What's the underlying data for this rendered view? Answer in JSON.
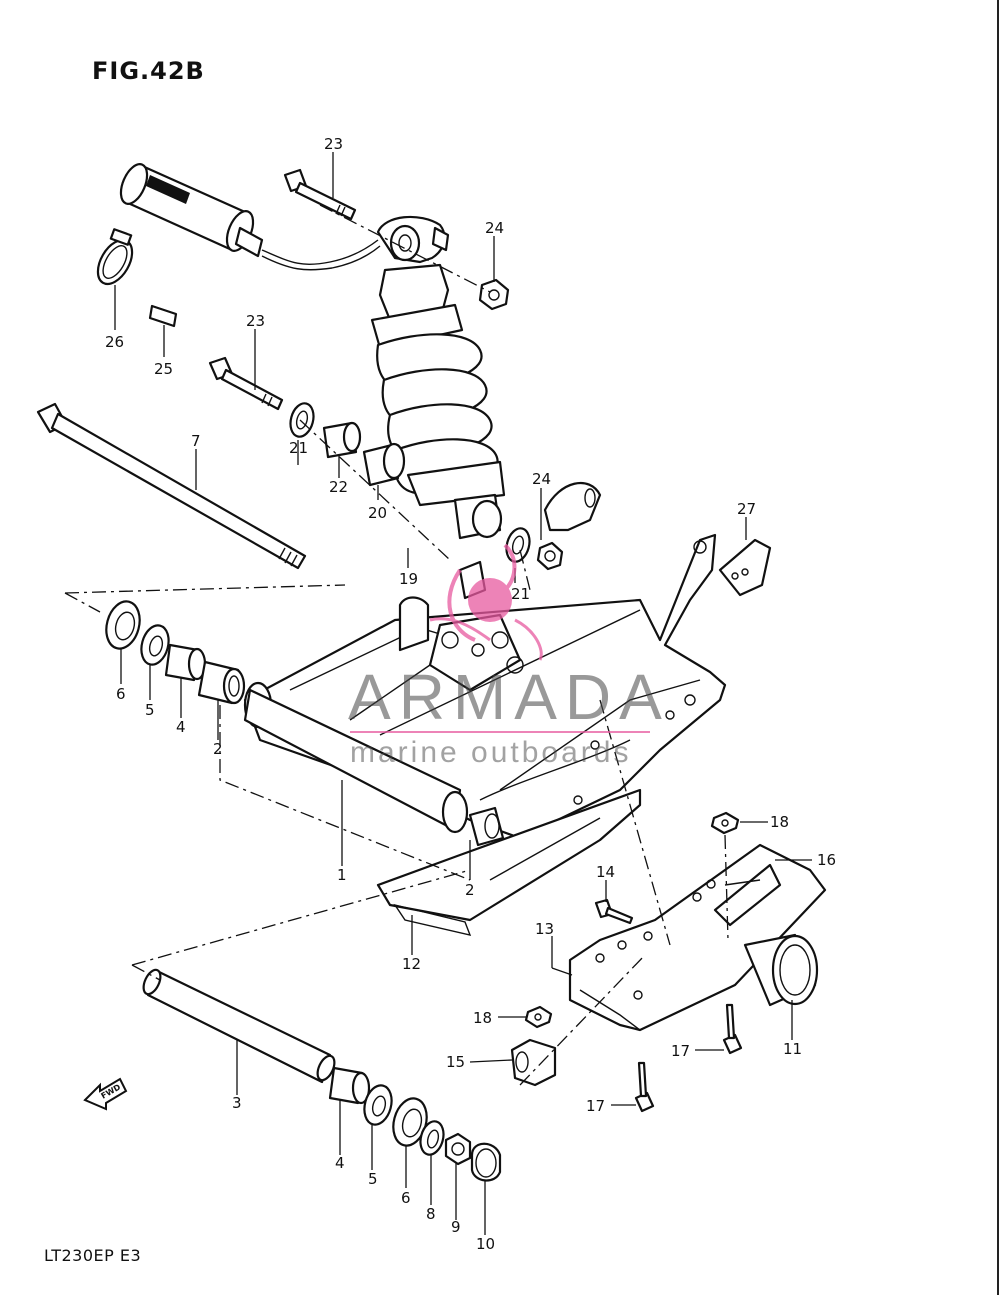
{
  "figure": {
    "title": "FIG.42B",
    "model_code": "LT230EP  E3"
  },
  "watermark": {
    "brand": "ARMADA",
    "tagline": "marine outboards",
    "logo_color": "#e85aa0",
    "text_color": "#555555"
  },
  "fwd_arrow_label": "FWD",
  "callouts": [
    {
      "id": "c23a",
      "label": "23"
    },
    {
      "id": "c24a",
      "label": "24"
    },
    {
      "id": "c26",
      "label": "26"
    },
    {
      "id": "c25",
      "label": "25"
    },
    {
      "id": "c23b",
      "label": "23"
    },
    {
      "id": "c7",
      "label": "7"
    },
    {
      "id": "c21a",
      "label": "21"
    },
    {
      "id": "c22",
      "label": "22"
    },
    {
      "id": "c20",
      "label": "20"
    },
    {
      "id": "c24b",
      "label": "24"
    },
    {
      "id": "c19",
      "label": "19"
    },
    {
      "id": "c21b",
      "label": "21"
    },
    {
      "id": "c27",
      "label": "27"
    },
    {
      "id": "c6a",
      "label": "6"
    },
    {
      "id": "c5a",
      "label": "5"
    },
    {
      "id": "c4a",
      "label": "4"
    },
    {
      "id": "c2a",
      "label": "2"
    },
    {
      "id": "c1",
      "label": "1"
    },
    {
      "id": "c2b",
      "label": "2"
    },
    {
      "id": "c12",
      "label": "12"
    },
    {
      "id": "c18a",
      "label": "18"
    },
    {
      "id": "c16",
      "label": "16"
    },
    {
      "id": "c14",
      "label": "14"
    },
    {
      "id": "c13",
      "label": "13"
    },
    {
      "id": "c18b",
      "label": "18"
    },
    {
      "id": "c15",
      "label": "15"
    },
    {
      "id": "c17a",
      "label": "17"
    },
    {
      "id": "c11",
      "label": "11"
    },
    {
      "id": "c3",
      "label": "3"
    },
    {
      "id": "c17b",
      "label": "17"
    },
    {
      "id": "c4b",
      "label": "4"
    },
    {
      "id": "c5b",
      "label": "5"
    },
    {
      "id": "c6b",
      "label": "6"
    },
    {
      "id": "c8",
      "label": "8"
    },
    {
      "id": "c9",
      "label": "9"
    },
    {
      "id": "c10",
      "label": "10"
    }
  ]
}
